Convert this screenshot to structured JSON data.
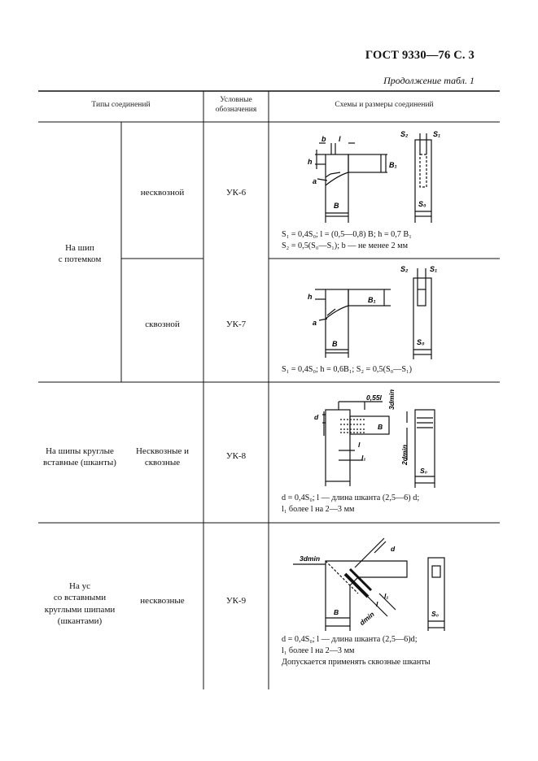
{
  "header": {
    "title": "ГОСТ 9330—76 С. 3",
    "continuation": "Продолжение табл. 1"
  },
  "columns": {
    "types": "Типы соединений",
    "symbols_line1": "Условные",
    "symbols_line2": "обозначения",
    "schemes": "Схемы и размеры соединений"
  },
  "rows": [
    {
      "group": [
        "На шип",
        "с потемком"
      ],
      "subtype": "несквозной",
      "code": "УК-6",
      "formula": [
        "S₁ = 0,4S₀; l = (0,5—0,8) B; h = 0,7 B₁",
        "S₂ = 0,5(S₀—S₁); b — не менее 2 мм"
      ],
      "labels": [
        "b",
        "l",
        "S₂",
        "S₁",
        "h",
        "B₁",
        "a",
        "B",
        "S₀"
      ]
    },
    {
      "subtype": "сквозной",
      "code": "УК-7",
      "formula": [
        "S₁ = 0,4S₀; h = 0,6B₁; S₂ = 0,5(S₀—S₁)"
      ],
      "labels": [
        "S₂",
        "S₁",
        "h",
        "B₁",
        "a",
        "B",
        "S₀"
      ]
    },
    {
      "group": [
        "На шипы круглые",
        "вставные (шканты)"
      ],
      "subtype": [
        "Несквозные и",
        "сквозные"
      ],
      "code": "УК-8",
      "formula": [
        "d = 0,4S₀; l — длина шканта (2,5—6) d;",
        "l₁ более l на 2—3 мм"
      ],
      "labels": [
        "0,55l",
        "3dmin",
        "d",
        "B",
        "2dmin",
        "l",
        "l₁",
        "S₀"
      ]
    },
    {
      "group": [
        "На ус",
        "со вставными",
        "круглыми шипами",
        "(шкантами)"
      ],
      "subtype": "несквозные",
      "code": "УК-9",
      "formula": [
        "d = 0,4S₀; l — длина шканта (2,5—6)d;",
        "l₁ более l на 2—3 мм",
        "Допускается применять сквозные шканты"
      ],
      "labels": [
        "3dmin",
        "d",
        "l",
        "l₁",
        "B",
        "dmin",
        "S₀"
      ]
    }
  ]
}
